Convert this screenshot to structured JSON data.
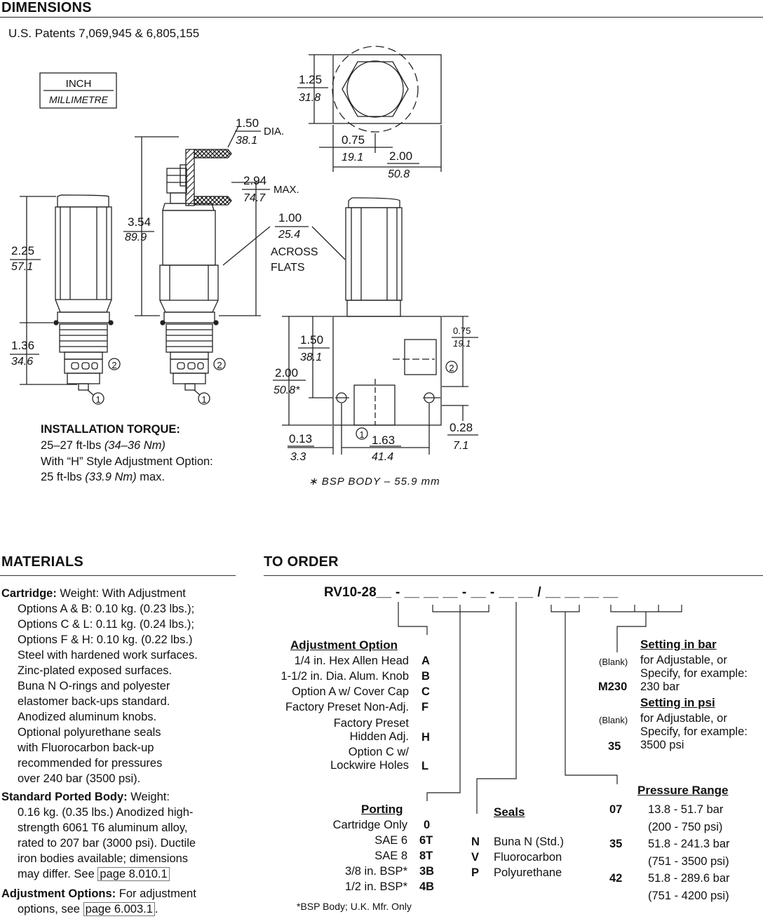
{
  "header": {
    "title": "DIMENSIONS",
    "patents": "U.S. Patents 7,069,945 & 6,805,155"
  },
  "legend": {
    "inch": "INCH",
    "mm": "MILLIMETRE"
  },
  "dims": {
    "dia_in": "1.50",
    "dia_mm": "38.1",
    "dia_label": "DIA.",
    "max_in": "2.94",
    "max_mm": "74.7",
    "max_label": "MAX.",
    "h354_in": "3.54",
    "h354_mm": "89.9",
    "h225_in": "2.25",
    "h225_mm": "57.1",
    "h136_in": "1.36",
    "h136_mm": "34.6",
    "af_in": "1.00",
    "af_mm": "25.4",
    "af_l1": "ACROSS",
    "af_l2": "FLATS",
    "top_h_in": "1.25",
    "top_h_mm": "31.8",
    "top_w1_in": "0.75",
    "top_w1_mm": "19.1",
    "top_w2_in": "2.00",
    "top_w2_mm": "50.8",
    "b150_in": "1.50",
    "b150_mm": "38.1",
    "b200_in": "2.00",
    "b200_mm": "50.8*",
    "b075_in": "0.75",
    "b075_mm": "19.1",
    "b028_in": "0.28",
    "b028_mm": "7.1",
    "b013_in": "0.13",
    "b013_mm": "3.3",
    "b163_in": "1.63",
    "b163_mm": "41.4",
    "port1": "1",
    "port2": "2",
    "bsp_note": "∗ BSP  BODY – 55.9 mm"
  },
  "torque": {
    "title": "INSTALLATION TORQUE:",
    "l1_a": "25–27 ft-lbs ",
    "l1_b": "(34–36 Nm)",
    "l2": "With “H” Style Adjustment Option:",
    "l3_a": "25 ft-lbs ",
    "l3_b": "(33.9 Nm)",
    "l3_c": " max."
  },
  "materials": {
    "title": "MATERIALS",
    "cartridge_label": "Cartridge:",
    "cartridge_lines": [
      " Weight: With Adjustment",
      "Options A & B:  0.10 kg. (0.23 lbs.);",
      "Options C & L:  0.11 kg. (0.24 lbs.);",
      "Options F & H:  0.10 kg. (0.22 lbs.)",
      "Steel with hardened work surfaces.",
      "Zinc-plated exposed surfaces.",
      "Buna N O-rings and polyester",
      "elastomer back-ups standard.",
      "Anodized aluminum knobs.",
      "Optional polyurethane seals",
      "with Fluorocarbon back-up",
      "recommended for pressures",
      "over 240 bar (3500 psi)."
    ],
    "body_label": "Standard Ported Body:",
    "body_lines": [
      " Weight:",
      "0.16 kg. (0.35 lbs.) Anodized high-",
      "strength 6061 T6 aluminum alloy,",
      "rated to 207 bar (3000 psi). Ductile",
      "iron bodies available; dimensions",
      "may differ. See "
    ],
    "body_link": "page 8.010.1",
    "adj_label": "Adjustment Options:",
    "adj_line1": "  For adjustment",
    "adj_line2": "options, see ",
    "adj_link": "page 6.003.1",
    "adj_end": "."
  },
  "order": {
    "title": "TO ORDER",
    "code": "RV10-28__ - __ __ __ - __ - __ __ / __ __ __ __",
    "adjustment": {
      "title": "Adjustment Option",
      "items": [
        {
          "label": "1/4 in. Hex Allen Head",
          "code": "A"
        },
        {
          "label": "1-1/2 in. Dia. Alum. Knob",
          "code": "B"
        },
        {
          "label": "Option A w/ Cover Cap",
          "code": "C"
        },
        {
          "label": "Factory Preset Non-Adj.",
          "code": "F"
        },
        {
          "label": "Factory Preset",
          "label2": "Hidden Adj.",
          "code": "H"
        },
        {
          "label": "Option C w/",
          "label2": "Lockwire Holes",
          "code": "L"
        }
      ]
    },
    "porting": {
      "title": "Porting",
      "items": [
        {
          "label": "Cartridge Only",
          "code": "0"
        },
        {
          "label": "SAE 6",
          "code": "6T"
        },
        {
          "label": "SAE 8",
          "code": "8T"
        },
        {
          "label": "3/8 in. BSP*",
          "code": "3B"
        },
        {
          "label": "1/2 in. BSP*",
          "code": "4B"
        }
      ],
      "note": "*BSP Body; U.K. Mfr. Only"
    },
    "seals": {
      "title": "Seals",
      "items": [
        {
          "code": "N",
          "label": "Buna N (Std.)"
        },
        {
          "code": "V",
          "label": "Fluorocarbon"
        },
        {
          "code": "P",
          "label": "Polyurethane"
        }
      ]
    },
    "setting_bar": {
      "title": "Setting in bar",
      "blank": "(Blank)",
      "l1": "for Adjustable, or",
      "l2": "Specify, for example:",
      "ex_code": "M230",
      "ex_label": "230 bar"
    },
    "setting_psi": {
      "title": "Setting in psi",
      "blank": "(Blank)",
      "l1": "for Adjustable, or",
      "l2": "Specify, for example:",
      "ex_code": "35",
      "ex_label": "3500 psi"
    },
    "pressure": {
      "title": "Pressure Range",
      "items": [
        {
          "code": "07",
          "bar": "13.8 - 51.7 bar",
          "psi": "(200 - 750 psi)"
        },
        {
          "code": "35",
          "bar": "51.8 - 241.3 bar",
          "psi": "(751 - 3500 psi)"
        },
        {
          "code": "42",
          "bar": "51.8 - 289.6 bar",
          "psi": "(751 - 4200 psi)"
        }
      ]
    }
  }
}
